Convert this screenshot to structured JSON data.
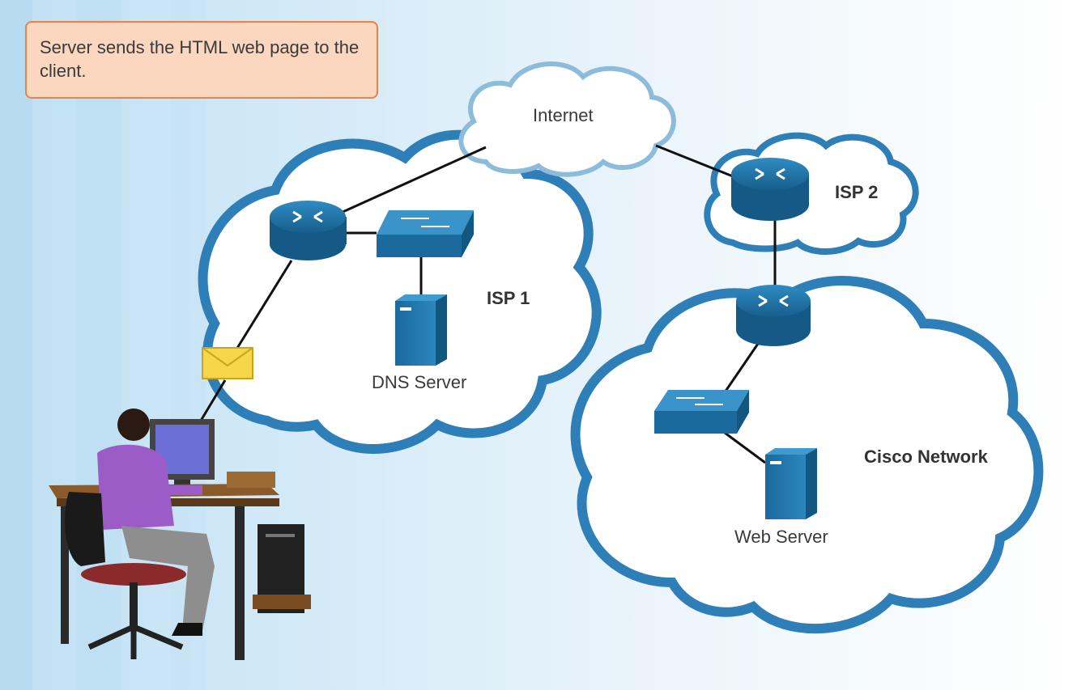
{
  "callout": {
    "text": "Server sends the HTML web page to the client."
  },
  "labels": {
    "internet": "Internet",
    "isp1": "ISP 1",
    "isp2": "ISP 2",
    "dns_server": "DNS Server",
    "cisco_network": "Cisco Network",
    "web_server": "Web Server"
  },
  "colors": {
    "cloud_border": "#2e7fb8",
    "device": "#1f6fa3",
    "callout_fill": "#fbd7bf",
    "callout_border": "#e8834a",
    "envelope": "#f7d64a"
  }
}
